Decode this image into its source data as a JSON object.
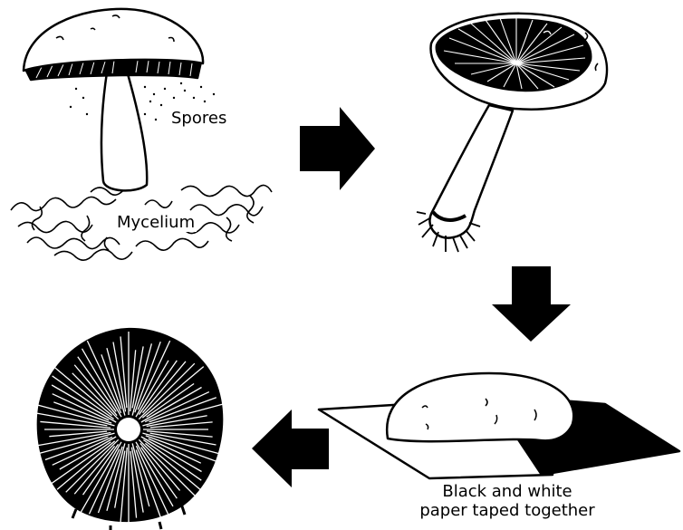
{
  "labels": {
    "spores": "Spores",
    "mycelium": "Mycelium",
    "paper_line1": "Black and white",
    "paper_line2": "paper taped together"
  },
  "colors": {
    "ink": "#000000",
    "paper": "#ffffff"
  },
  "steps": [
    {
      "name": "mushroom-with-spores-and-mycelium"
    },
    {
      "name": "cut-mushroom-cap-and-stem"
    },
    {
      "name": "cap-on-black-and-white-paper"
    },
    {
      "name": "spore-print"
    }
  ],
  "arrows": [
    "right",
    "down",
    "left"
  ]
}
